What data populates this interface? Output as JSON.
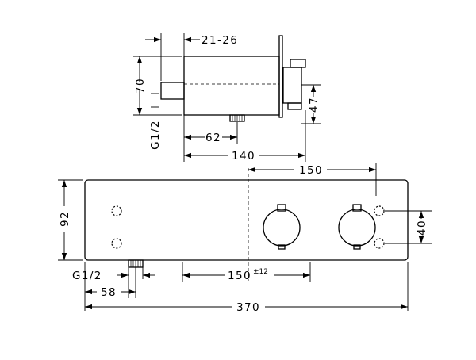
{
  "dimensions": {
    "top_offset": "21-26",
    "height_70": "70",
    "height_47": "47",
    "thread_side": "G1/2",
    "depth_62": "62",
    "depth_140": "140",
    "spacing_150": "150",
    "height_92": "92",
    "height_40": "40",
    "thread_bottom": "G1/2",
    "offset_58": "58",
    "spacing_150_tol_base": "150",
    "spacing_150_tol_sup": "±12",
    "width_370": "370"
  }
}
